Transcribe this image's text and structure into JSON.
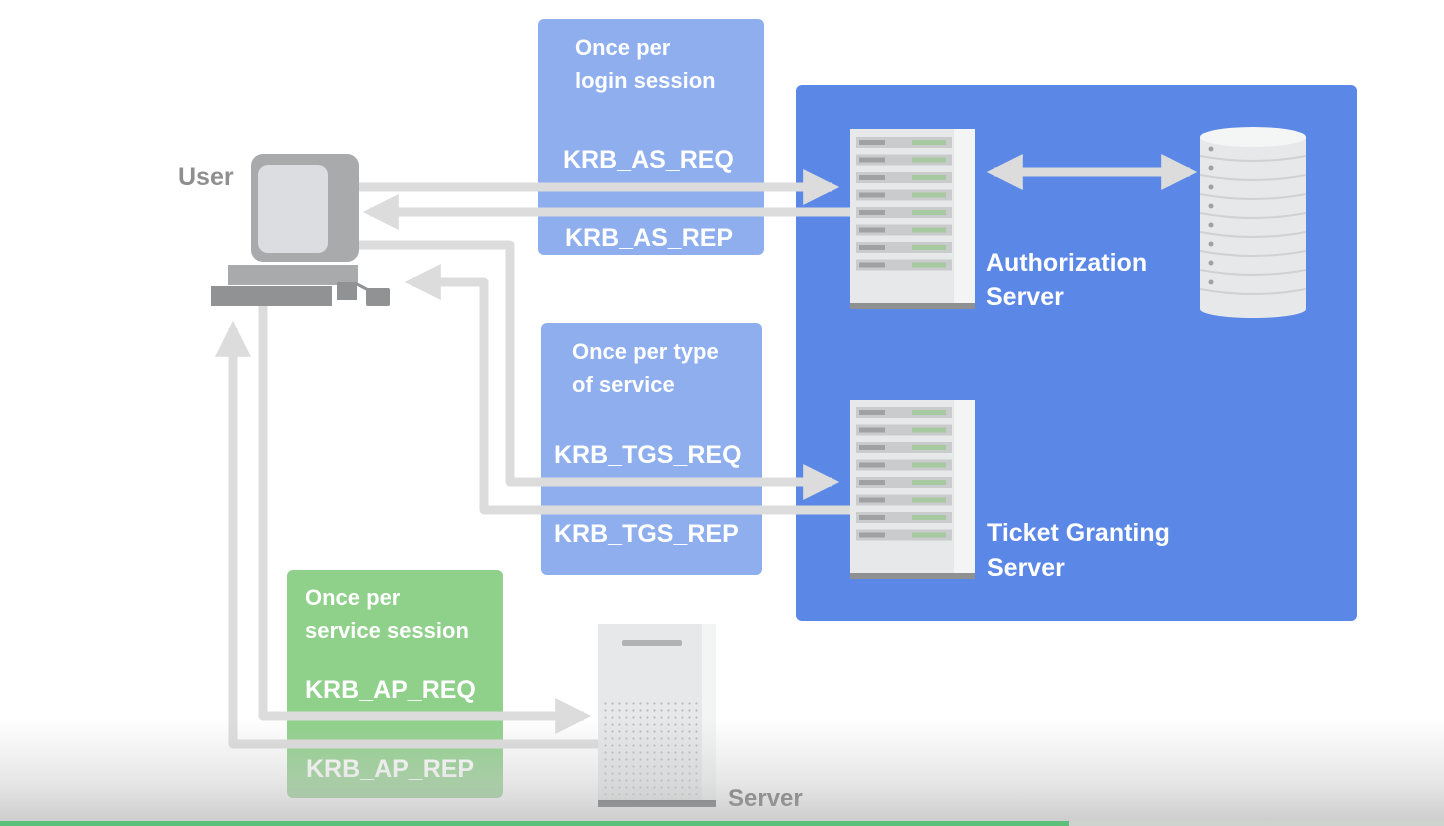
{
  "diagram": {
    "user_label": "User",
    "server_label": "Server",
    "as_box": {
      "header_line1": "Once per",
      "header_line2": "login session",
      "req": "KRB_AS_REQ",
      "rep": "KRB_AS_REP"
    },
    "tgs_box": {
      "header_line1": "Once per type",
      "header_line2": "of service",
      "req": "KRB_TGS_REQ",
      "rep": "KRB_TGS_REP"
    },
    "ap_box": {
      "header_line1": "Once per",
      "header_line2": "service session",
      "req": "KRB_AP_REQ",
      "rep": "KRB_AP_REP"
    },
    "auth_server_line1": "Authorization",
    "auth_server_line2": "Server",
    "tgs_server_line1": "Ticket Granting",
    "tgs_server_line2": "Server"
  },
  "colors": {
    "kdc_panel": "#5b87e6",
    "box_blue": "#8eaeee",
    "box_green": "#8fd08a",
    "arrow": "#dcdcdc",
    "server_body": "#e3e5e6",
    "text_gray": "#8f8f8f",
    "text_dark": "#555555"
  },
  "video_progress": 0.74
}
